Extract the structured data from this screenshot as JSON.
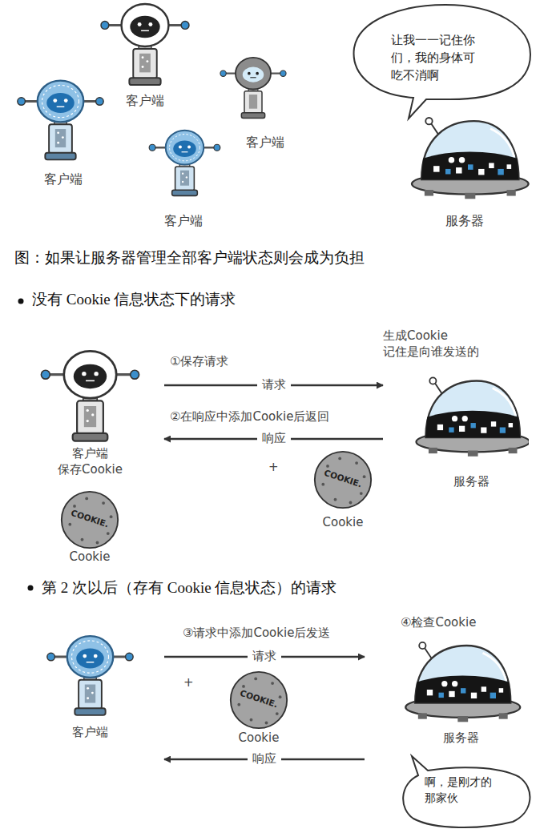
{
  "diagram": {
    "caption": "图：如果让服务器管理全部客户端状态则会成为负担",
    "nodes": [
      {
        "text": [
          "让我一一记住你 们，我的身体可 吃不消啊"
        ]
      },
      {
        "text": [
          "客户端 保存Cookie"
        ]
      },
      {
        "text": [
          "生成Cookie 记住是向谁发送的",
          "服务器"
        ]
      },
      {
        "text": [
          "COOKIE.",
          "Cookie"
        ]
      },
      {
        "text": [
          "COOKIE.",
          "Cookie"
        ]
      },
      {
        "text": [
          "客户端"
        ]
      },
      {
        "text": [
          "COOKIE.",
          "Cookie"
        ]
      },
      {
        "text": [
          "④检查Cookie",
          "服务器"
        ]
      },
      {
        "text": [
          "啊，是刚才的 那家伙"
        ]
      }
    ],
    "edges": [
      {
        "from": 1,
        "to": 2,
        "label": "请求",
        "arrow": "to"
      },
      {
        "from": 2,
        "to": 1,
        "label": "响应",
        "arrow": "to"
      },
      {
        "from": 5,
        "to": 7,
        "label": "请求",
        "arrow": "to"
      },
      {
        "from": 7,
        "to": 5,
        "label": "响应",
        "arrow": "to"
      }
    ],
    "labels": [
      "客户端",
      "客户端",
      "客户端",
      "客户端",
      "服务器",
      "没有 Cookie 信息状态下的请求",
      "①保存请求",
      "②在响应中添加Cookie后返回",
      "+",
      "第 2 次以后（存有 Cookie 信息状态）的请求",
      "③请求中添加Cookie后发送",
      "+"
    ]
  }
}
